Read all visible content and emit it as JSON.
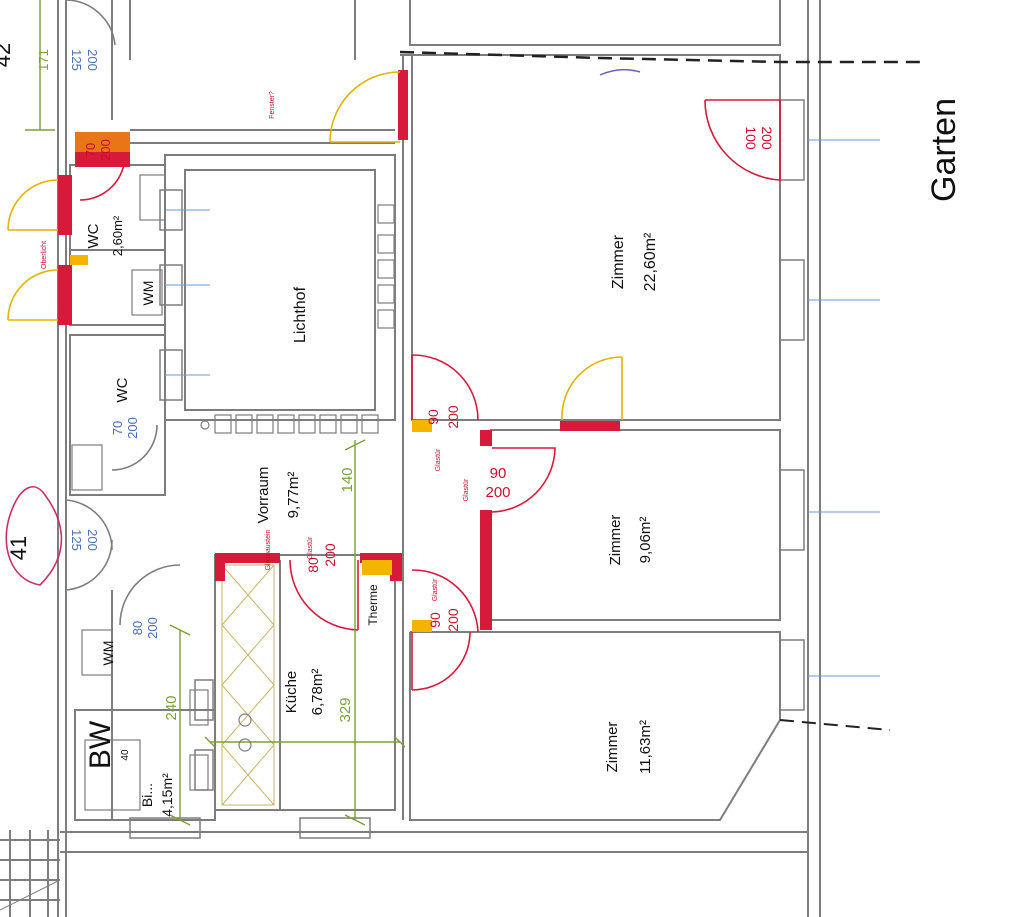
{
  "outside": {
    "label": "Garten"
  },
  "apartment_numbers": {
    "current": "41",
    "partial": "42"
  },
  "rooms": {
    "zimmer_large": {
      "name": "Zimmer",
      "area": "22,60m²"
    },
    "zimmer_mid": {
      "name": "Zimmer",
      "area": "9,06m²"
    },
    "zimmer_small": {
      "name": "Zimmer",
      "area": "11,63m²"
    },
    "lichthof": {
      "name": "Lichthof"
    },
    "vorraum": {
      "name": "Vorraum",
      "area": "9,77m²"
    },
    "kueche": {
      "name": "Küche",
      "area": "6,78m²"
    },
    "bad": {
      "name": "Bi...",
      "area": "4,15m²"
    },
    "wc_upper": {
      "name": "WC",
      "area": "2,60m²"
    },
    "wc_lower": {
      "name": "WC"
    },
    "wm_upper": {
      "name": "WM"
    },
    "wm_lower": {
      "name": "WM"
    },
    "therme": {
      "name": "Therme"
    },
    "bw": {
      "name": "BW"
    }
  },
  "doors": {
    "d_100_200": {
      "w": "100",
      "h": "200"
    },
    "d_90_200_a": {
      "w": "90",
      "h": "200"
    },
    "d_90_200_b": {
      "w": "90",
      "h": "200"
    },
    "d_90_200_c": {
      "w": "90",
      "h": "200"
    },
    "d_80_200_a": {
      "w": "80",
      "h": "200"
    },
    "d_80_200_b": {
      "w": "80",
      "h": "200"
    },
    "d_70_200_a": {
      "w": "70",
      "h": "200"
    },
    "d_70_200_b": {
      "w": "70",
      "h": "200"
    },
    "d_125_200_a": {
      "w": "125",
      "h": "200"
    },
    "d_125_200_b": {
      "w": "125",
      "h": "200"
    }
  },
  "dimensions": {
    "d140": "140",
    "d240": "240",
    "d329": "329",
    "d171": "171",
    "d40": "40"
  },
  "notes": {
    "glastuer": "Glastür",
    "oberlicht": "Oberlicht",
    "glasbaustein": "Glasbaustein",
    "fenster": "Fenster?"
  },
  "colors": {
    "new_wall": "#d71a3a",
    "fill_yellow": "#f4b400",
    "dim_green": "#7aa03a",
    "dim_blue": "#4a6fb5",
    "wall": "#7a7a7a"
  }
}
